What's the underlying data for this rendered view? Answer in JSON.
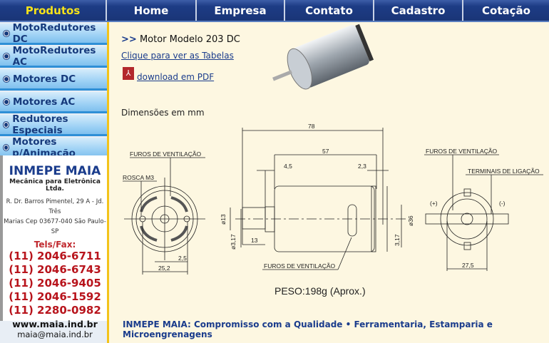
{
  "nav": {
    "tabs": [
      "Produtos",
      "Home",
      "Empresa",
      "Contato",
      "Cadastro",
      "Cotação"
    ]
  },
  "sidebar": {
    "items": [
      "MotoRedutores DC",
      "MotoRedutores AC",
      "Motores DC",
      "Motores AC",
      "Redutores Especiais",
      "Motores p/Animação"
    ]
  },
  "company": {
    "name": "INMEPE MAIA",
    "subtitle": "Mecânica para Eletrônica Ltda.",
    "address1": "R. Dr. Barros Pimentel, 29 A - Jd. Três",
    "address2": "Marias  Cep 03677-040  São Paulo-SP",
    "tels_label": "Tels/Fax:",
    "phones": [
      "(11) 2046-6711",
      "(11) 2046-6743",
      "(11) 2046-9405",
      "(11) 2046-1592",
      "(11) 2280-0982"
    ],
    "website": "www.maia.ind.br",
    "email": "maia@maia.ind.br"
  },
  "content": {
    "prefix": ">>",
    "title": "Motor Modelo 203 DC",
    "tables_link": "Clique para ver as Tabelas",
    "pdf_link": "download em PDF",
    "dimensions_label": "Dimensões em mm",
    "weight": "PESO:198g (Aprox.)"
  },
  "drawing": {
    "furos1": "FUROS DE VENTILAÇÃO",
    "rosca": "ROSCA M3",
    "d25_2": "25,2",
    "d2_5": "2,5",
    "d78": "78",
    "d57": "57",
    "d4_5": "4,5",
    "d2_3": "2,3",
    "d13dia": "ø13",
    "d3_17dia": "ø3,17",
    "d13": "13",
    "d36": "ø36",
    "d3_17": "3,17",
    "furos2": "FUROS DE VENTILAÇÃO",
    "furos3": "FUROS DE VENTILAÇÃO",
    "terminais": "TERMINAIS DE LIGAÇÃO",
    "plus": "(+)",
    "minus": "(-)",
    "d27_5": "27,5"
  },
  "footer": {
    "text": "INMEPE MAIA: Compromisso com a Qualidade • Ferramentaria, Estamparia e Microengrenagens"
  }
}
